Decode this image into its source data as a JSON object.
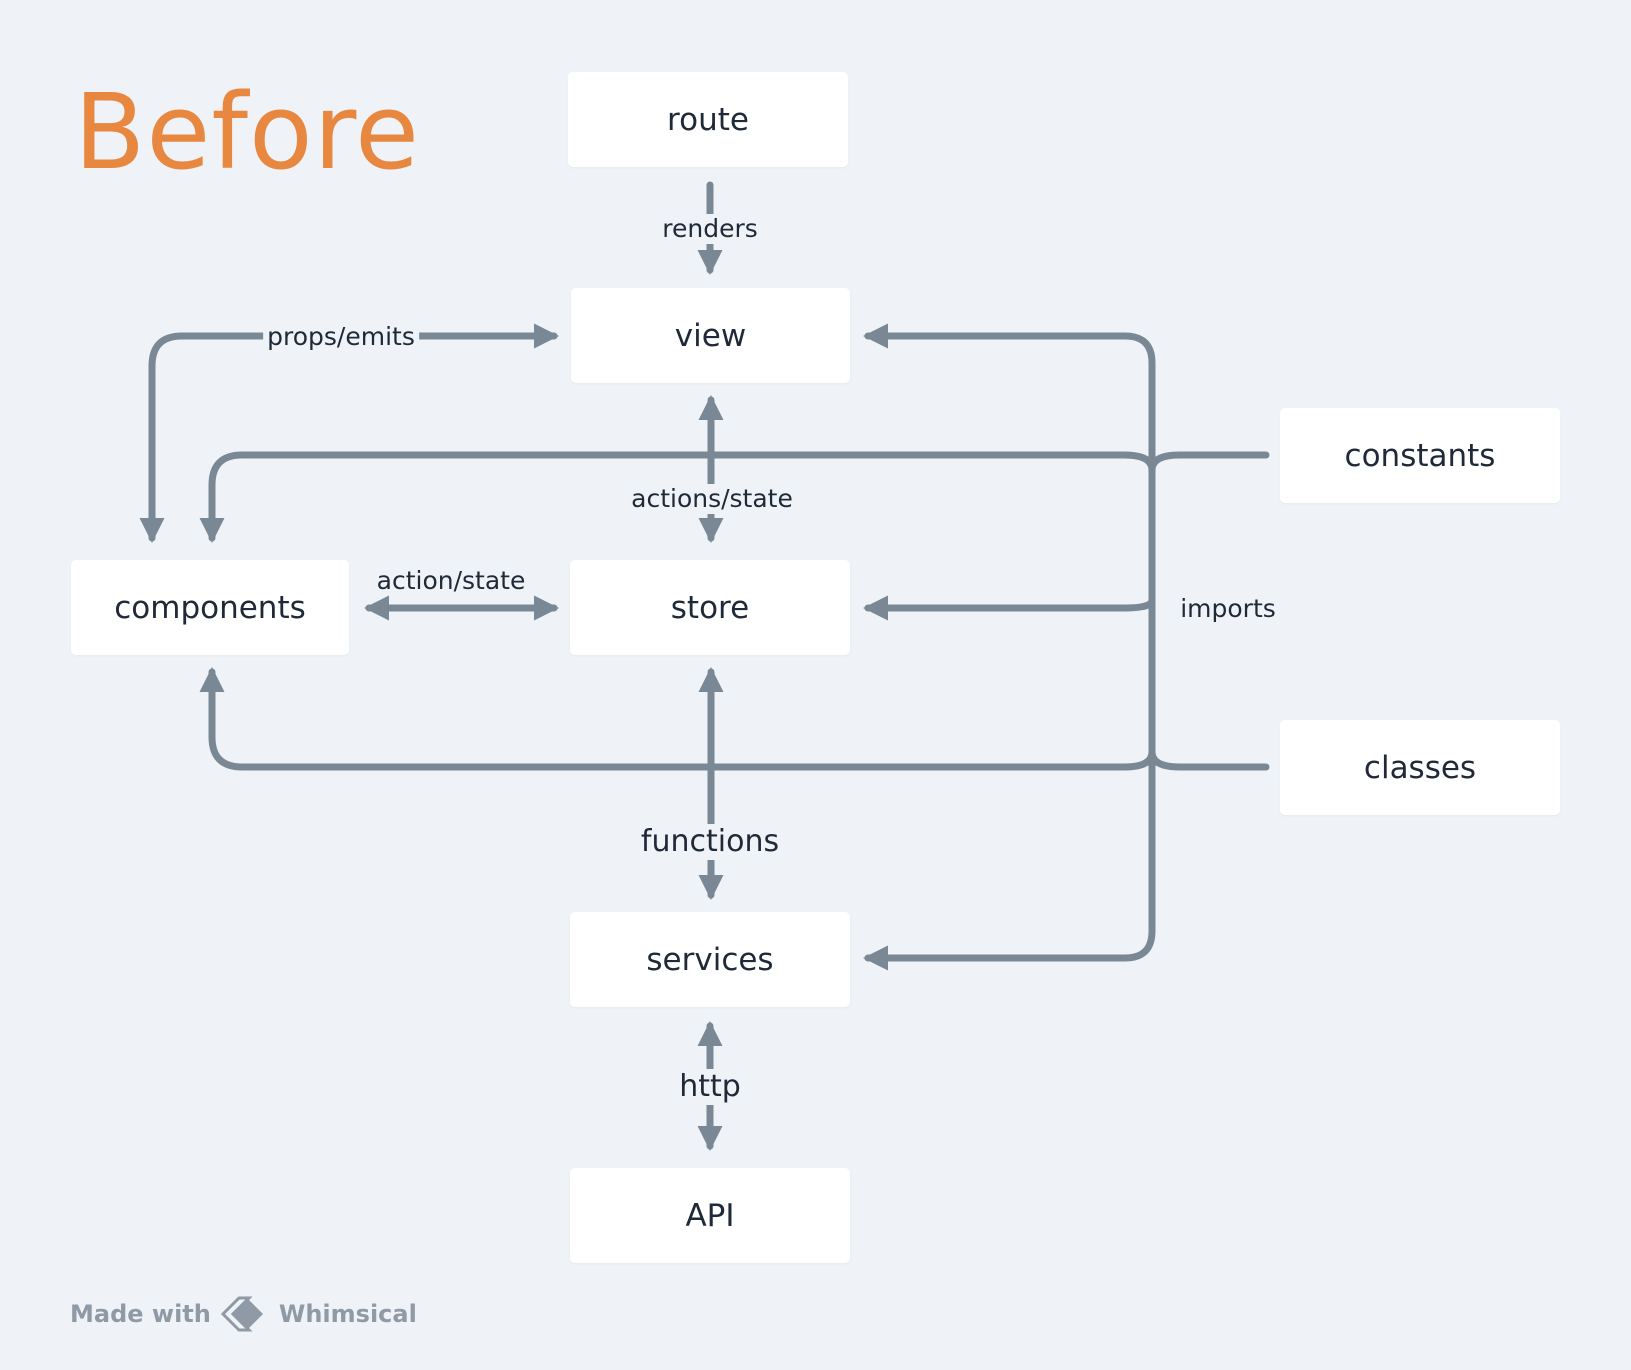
{
  "title": "Before",
  "nodes": {
    "route": "route",
    "view": "view",
    "store": "store",
    "components": "components",
    "services": "services",
    "api": "API",
    "constants": "constants",
    "classes": "classes"
  },
  "edge_labels": {
    "renders": "renders",
    "props_emits": "props/emits",
    "actions_state": "actions/state",
    "action_state": "action/state",
    "imports": "imports",
    "functions": "functions",
    "http": "http"
  },
  "footer": {
    "made_with": "Made with",
    "brand": "Whimsical"
  },
  "colors": {
    "title": "#e8873f",
    "edge": "#7a8896",
    "background": "#eff3f7",
    "node": "#ffffff"
  }
}
